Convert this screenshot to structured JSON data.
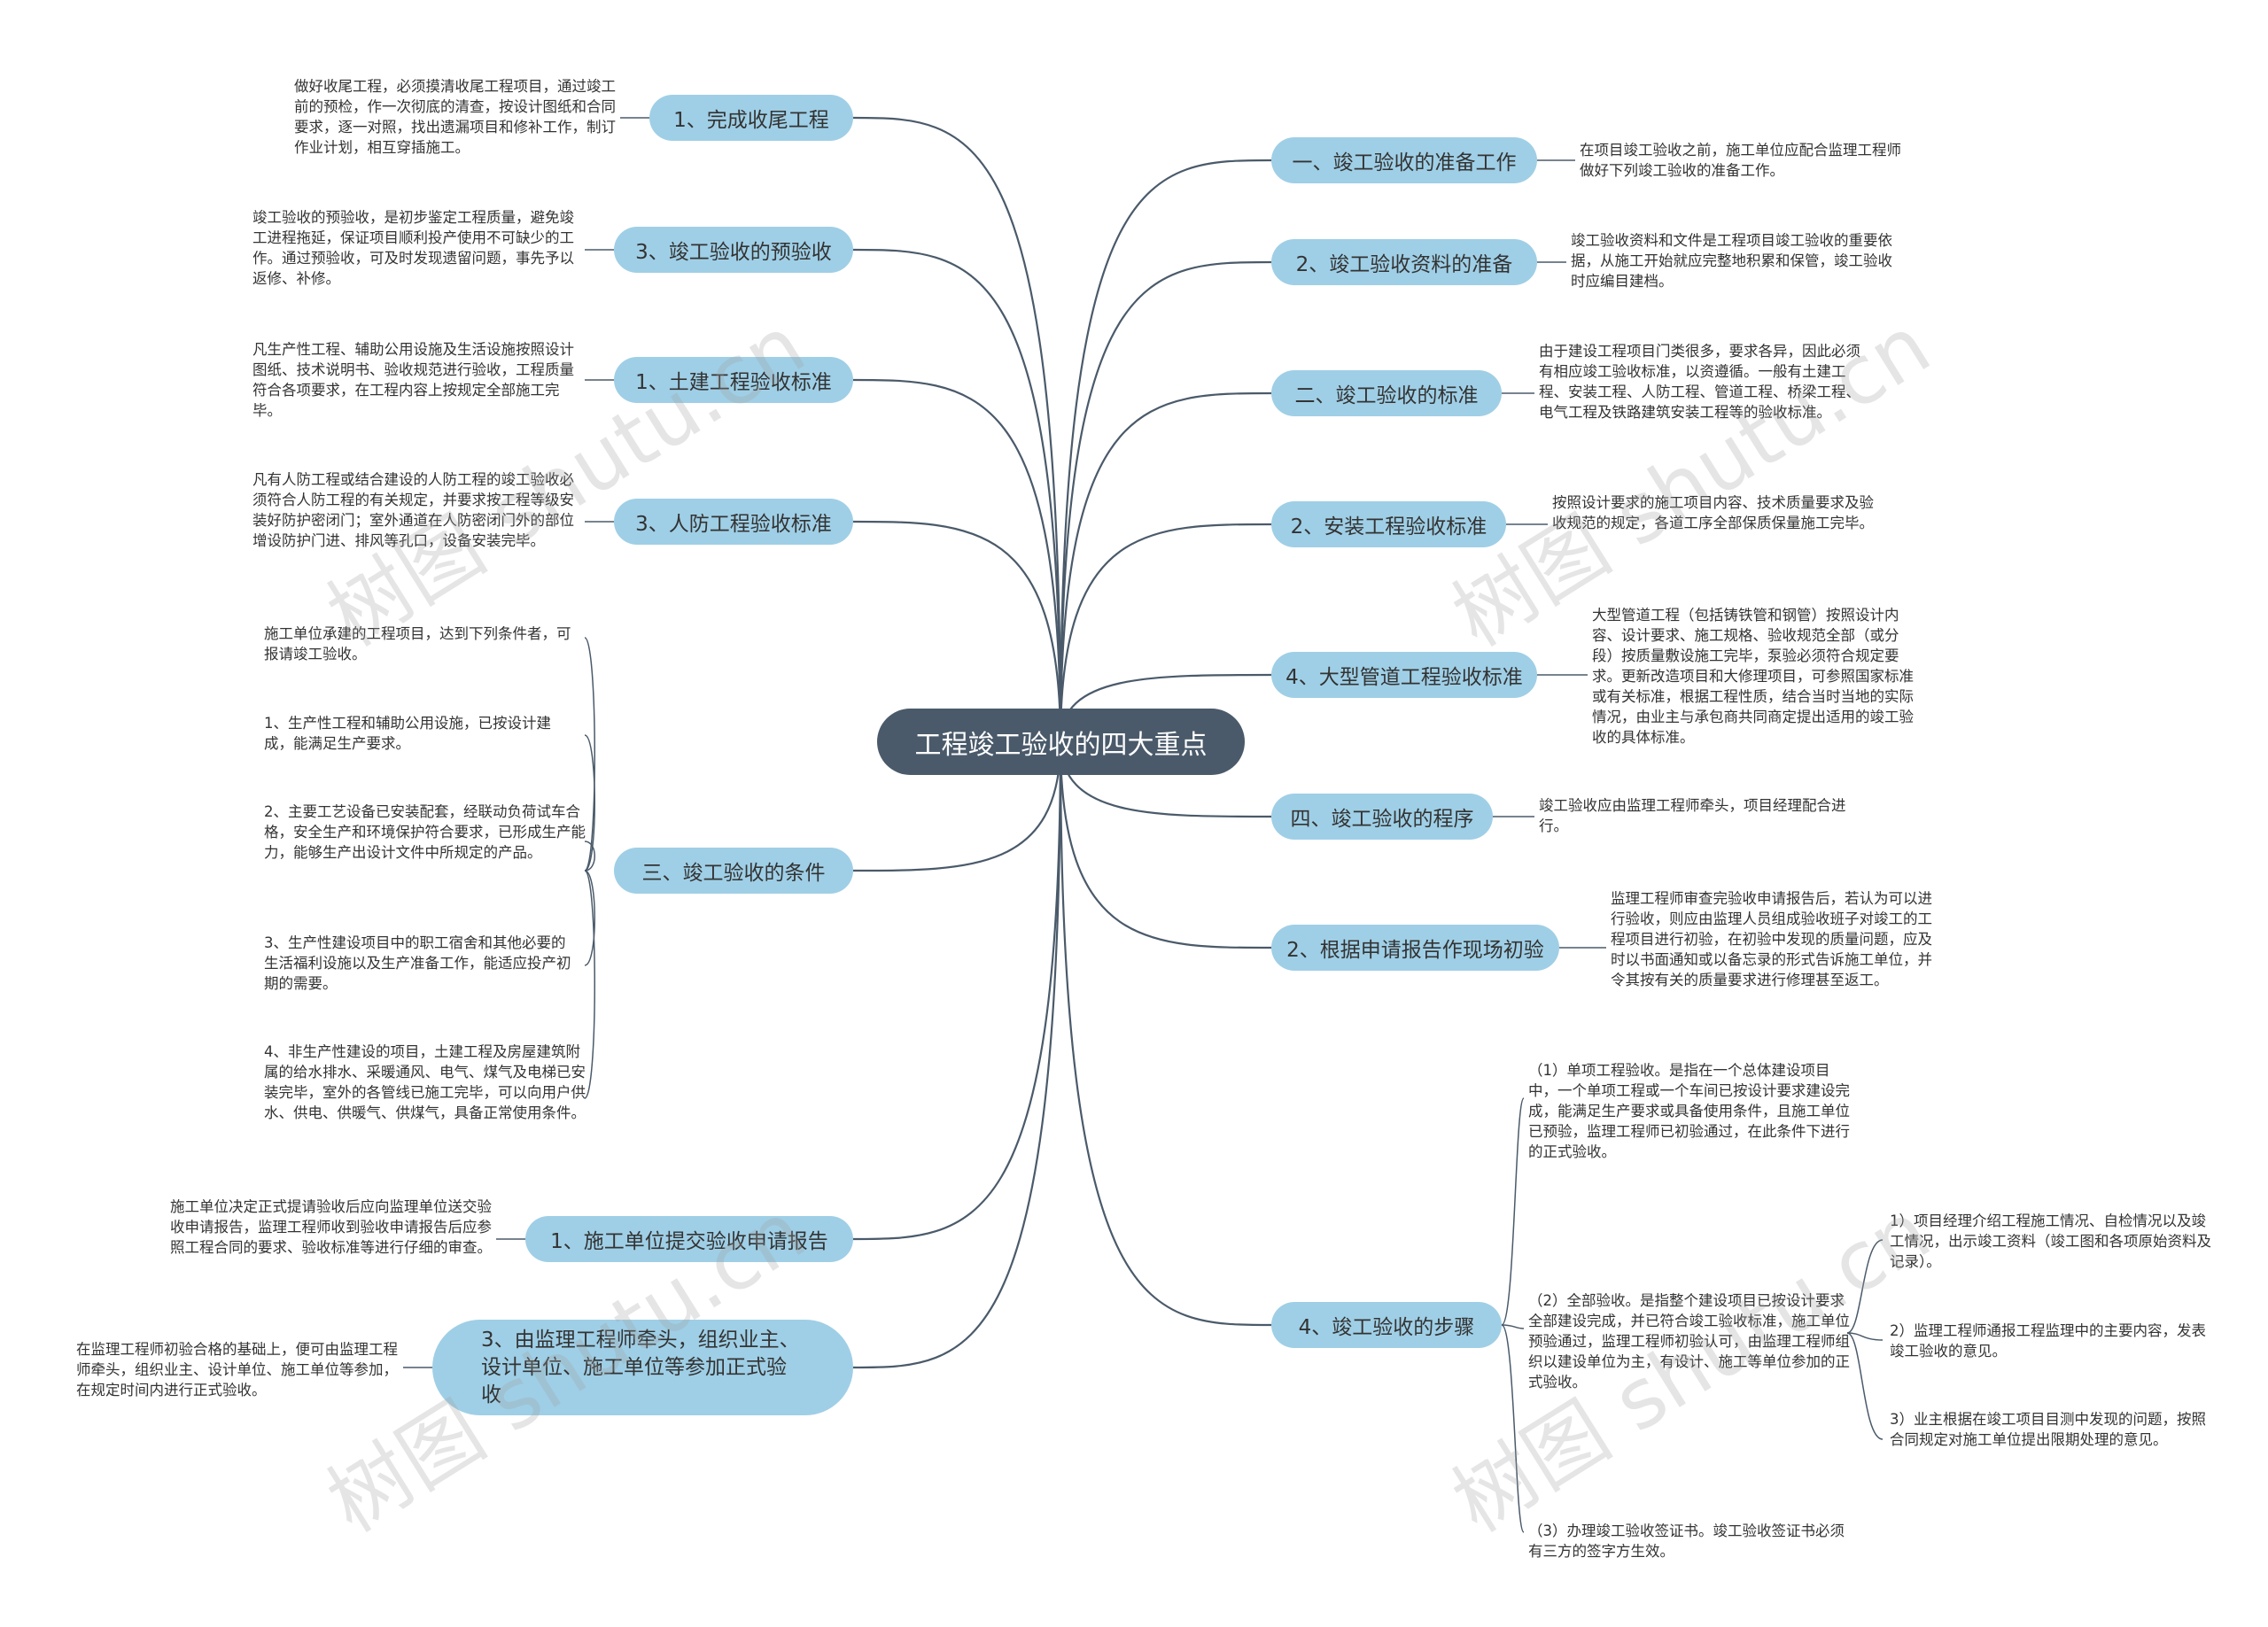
{
  "center": "工程竣工验收的四大重点",
  "left": {
    "b1": {
      "label": "1、完成收尾工程",
      "text": "做好收尾工程，必须摸清收尾工程项目，通过竣工前的预检，作一次彻底的清查，按设计图纸和合同要求，逐一对照，找出遗漏项目和修补工作，制订作业计划，相互穿插施工。"
    },
    "b2": {
      "label": "3、竣工验收的预验收",
      "text": "竣工验收的预验收，是初步鉴定工程质量，避免竣工进程拖延，保证项目顺利投产使用不可缺少的工作。通过预验收，可及时发现遗留问题，事先予以返修、补修。"
    },
    "b3": {
      "label": "1、土建工程验收标准",
      "text": "凡生产性工程、辅助公用设施及生活设施按照设计图纸、技术说明书、验收规范进行验收，工程质量符合各项要求，在工程内容上按规定全部施工完毕。"
    },
    "b4": {
      "label": "3、人防工程验收标准",
      "text": "凡有人防工程或结合建设的人防工程的竣工验收必须符合人防工程的有关规定，并要求按工程等级安装好防护密闭门；室外通道在人防密闭门外的部位增设防护门进、排风等孔口，设备安装完毕。"
    },
    "b5": {
      "label": "三、竣工验收的条件",
      "items": [
        "施工单位承建的工程项目，达到下列条件者，可报请竣工验收。",
        "1、生产性工程和辅助公用设施，已按设计建成，能满足生产要求。",
        "2、主要工艺设备已安装配套，经联动负荷试车合格，安全生产和环境保护符合要求，已形成生产能力，能够生产出设计文件中所规定的产品。",
        "3、生产性建设项目中的职工宿舍和其他必要的生活福利设施以及生产准备工作，能适应投产初期的需要。",
        "4、非生产性建设的项目，土建工程及房屋建筑附属的给水排水、采暖通风、电气、煤气及电梯已安装完毕，室外的各管线已施工完毕，可以向用户供水、供电、供暖气、供煤气，具备正常使用条件。"
      ]
    },
    "b6": {
      "label": "1、施工单位提交验收申请报告",
      "text": "施工单位决定正式提请验收后应向监理单位送交验收申请报告，监理工程师收到验收申请报告后应参照工程合同的要求、验收标准等进行仔细的审查。"
    },
    "b7": {
      "label": "3、由监理工程师牵头，组织业主、设计单位、施工单位等参加正式验收",
      "text": "在监理工程师初验合格的基础上，便可由监理工程师牵头，组织业主、设计单位、施工单位等参加，在规定时间内进行正式验收。"
    }
  },
  "right": {
    "r1": {
      "label": "一、竣工验收的准备工作",
      "text": "在项目竣工验收之前，施工单位应配合监理工程师做好下列竣工验收的准备工作。"
    },
    "r2": {
      "label": "2、竣工验收资料的准备",
      "text": "竣工验收资料和文件是工程项目竣工验收的重要依据，从施工开始就应完整地积累和保管，竣工验收时应编目建档。"
    },
    "r3": {
      "label": "二、竣工验收的标准",
      "text": "由于建设工程项目门类很多，要求各异，因此必须有相应竣工验收标准，以资遵循。一般有土建工程、安装工程、人防工程、管道工程、桥梁工程、电气工程及铁路建筑安装工程等的验收标准。"
    },
    "r4": {
      "label": "2、安装工程验收标准",
      "text": "按照设计要求的施工项目内容、技术质量要求及验收规范的规定，各道工序全部保质保量施工完毕。"
    },
    "r5": {
      "label": "4、大型管道工程验收标准",
      "text": "大型管道工程（包括铸铁管和钢管）按照设计内容、设计要求、施工规格、验收规范全部（或分段）按质量敷设施工完毕，泵验必须符合规定要求。更新改造项目和大修理项目，可参照国家标准或有关标准，根据工程性质，结合当时当地的实际情况，由业主与承包商共同商定提出适用的竣工验收的具体标准。"
    },
    "r6": {
      "label": "四、竣工验收的程序",
      "text": "竣工验收应由监理工程师牵头，项目经理配合进行。"
    },
    "r7": {
      "label": "2、根据申请报告作现场初验",
      "text": "监理工程师审查完验收申请报告后，若认为可以进行验收，则应由监理人员组成验收班子对竣工的工程项目进行初验，在初验中发现的质量问题，应及时以书面通知或以备忘录的形式告诉施工单位，并令其按有关的质量要求进行修理甚至返工。"
    },
    "r8": {
      "label": "4、竣工验收的步骤",
      "s1": "（1）单项工程验收。是指在一个总体建设项目中，一个单项工程或一个车间已按设计要求建设完成，能满足生产要求或具备使用条件，且施工单位已预验，监理工程师已初验通过，在此条件下进行的正式验收。",
      "s2": "（2）全部验收。是指整个建设项目已按设计要求全部建设完成，并已符合竣工验收标准，施工单位预验通过，监理工程师初验认可，由监理工程师组织以建设单位为主，有设计、施工等单位参加的正式验收。",
      "s2items": [
        "1）项目经理介绍工程施工情况、自检情况以及竣工情况，出示竣工资料（竣工图和各项原始资料及记录）。",
        "2）监理工程师通报工程监理中的主要内容，发表竣工验收的意见。",
        "3）业主根据在竣工项目目测中发现的问题，按照合同规定对施工单位提出限期处理的意见。"
      ],
      "s3": "（3）办理竣工验收签证书。竣工验收签证书必须有三方的签字方生效。"
    }
  },
  "watermark": "树图 shutu.cn",
  "colors": {
    "center": "#4a5a6a",
    "branch": "#9fcfe6",
    "line": "#4a5a6a"
  }
}
